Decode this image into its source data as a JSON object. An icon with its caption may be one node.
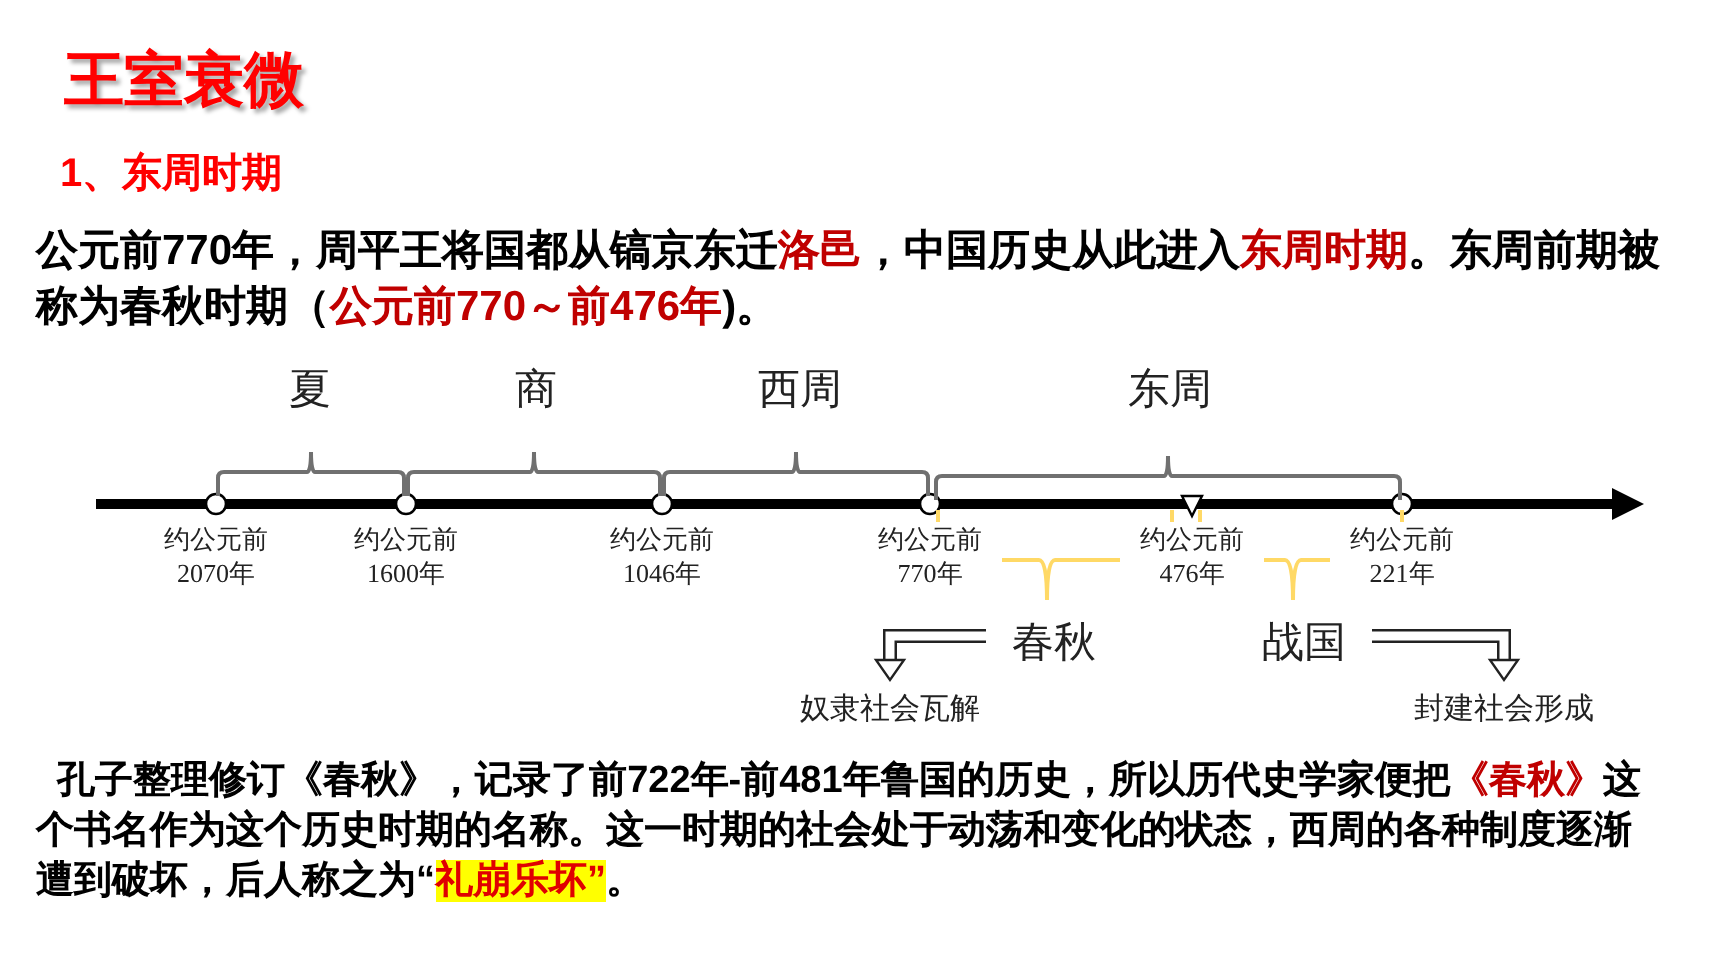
{
  "diagram": {
    "title": "王室衰微",
    "nodes": [
      {
        "text": [
          "春秋"
        ]
      },
      {
        "text": [
          "奴隶社会瓦解"
        ]
      },
      {
        "text": [
          "战国"
        ]
      },
      {
        "text": [
          "封建社会形成"
        ]
      }
    ],
    "edges": [
      {
        "from": 0,
        "to": 1,
        "arrow": "to"
      },
      {
        "from": 2,
        "to": 3,
        "arrow": "to"
      }
    ],
    "labels": [
      "1、东周时期",
      "公元前770年，周平王将国都从镐京东迁**洛邑**，中国历史从此进入**东周时期**。东周前期被称为春秋时期（**公元前770～前476年**)。",
      "夏",
      "商",
      "西周",
      "东周",
      "约公元前 2070年",
      "约公元前 1600年",
      "约公元前 1046年",
      "约公元前 770年",
      "约公元前 476年",
      "约公元前 221年",
      "  孔子整理修订《春秋》，记录了前722年-前481年鲁国的历史，所以历代史学家便把**《春秋》**这个书名作为这个历史时期的名称。这一时期的社会处于动荡和变化的状态，西周的各种制度逐渐遭到破坏，后人称之为“**礼崩乐坏”**。"
    ]
  }
}
